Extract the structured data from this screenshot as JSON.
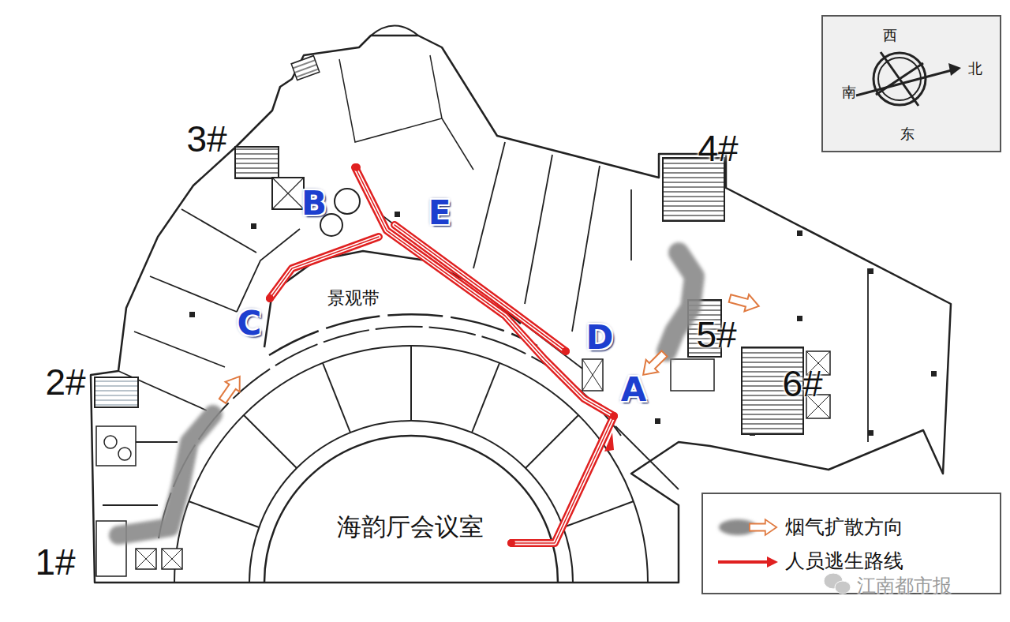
{
  "diagram": {
    "labels": [
      "3#",
      "4#",
      "2#",
      "1#",
      "5#",
      "6#",
      "B",
      "E",
      "C",
      "D",
      "A",
      "景观带",
      "海韵厅会议室",
      "西",
      "南",
      "北",
      "东",
      "江南都市报"
    ],
    "legend": [
      {
        "text": "烟气扩散方向"
      },
      {
        "text": "人员逃生路线"
      }
    ]
  }
}
